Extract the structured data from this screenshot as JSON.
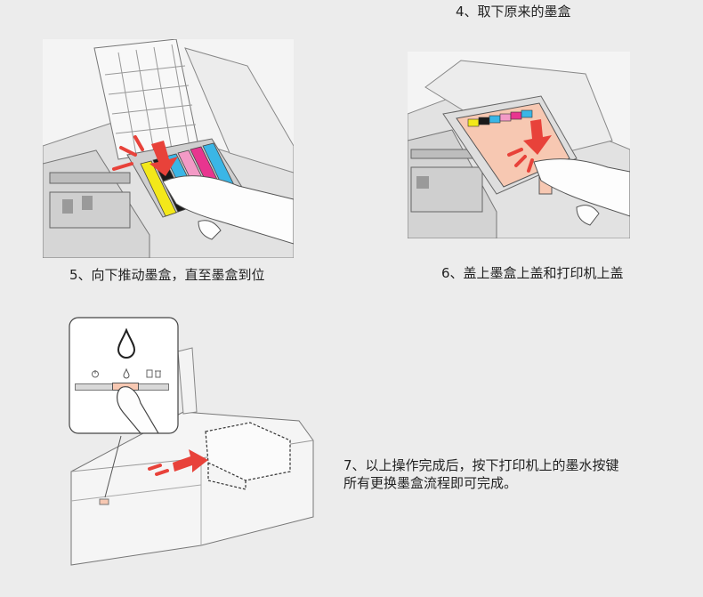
{
  "steps": {
    "step4": "4、取下原来的墨盒",
    "step5": "5、向下推动墨盒，直至墨盒到位",
    "step6": "6、盖上墨盒上盖和打印机上盖",
    "step7_line1": "7、以上操作完成后，按下打印机上的墨水按键",
    "step7_line2": "所有更换墨盒流程即可完成。"
  },
  "colors": {
    "background": "#ececec",
    "arrow_red": "#e8423a",
    "cartridge_yellow": "#f3e81a",
    "cartridge_cyan": "#3ab6e6",
    "cartridge_magenta": "#e8358f",
    "cartridge_light_magenta": "#f39ac6",
    "cartridge_black": "#1a1a1a",
    "cover_peach": "#f7c8b2"
  },
  "icons": [
    "ink-drop-icon",
    "power-icon",
    "cancel-icon"
  ]
}
